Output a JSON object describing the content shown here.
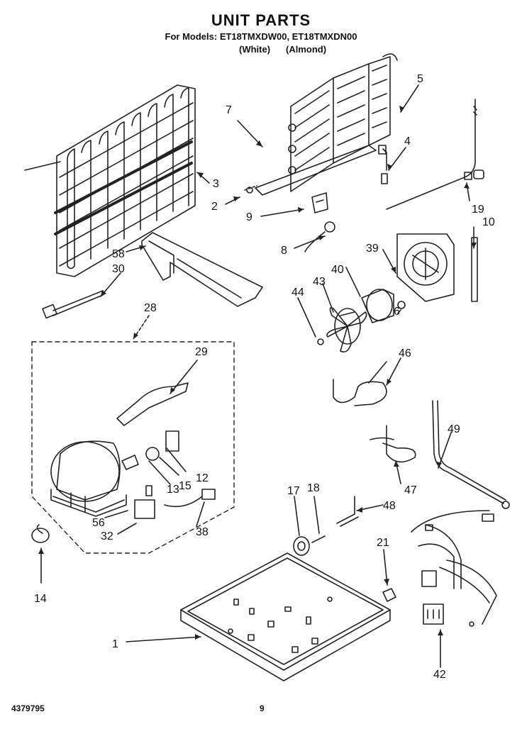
{
  "header": {
    "title": "UNIT PARTS",
    "models": "For Models: ET18TMXDW00, ET18TMXDN00",
    "finish_white": "(White)",
    "finish_almond": "(Almond)"
  },
  "callouts": [
    {
      "id": "c1",
      "label": "1"
    },
    {
      "id": "c2",
      "label": "2"
    },
    {
      "id": "c3",
      "label": "3"
    },
    {
      "id": "c4",
      "label": "4"
    },
    {
      "id": "c5",
      "label": "5"
    },
    {
      "id": "c6",
      "label": "6"
    },
    {
      "id": "c7",
      "label": "7"
    },
    {
      "id": "c8",
      "label": "8"
    },
    {
      "id": "c9",
      "label": "9"
    },
    {
      "id": "c10",
      "label": "10"
    },
    {
      "id": "c12",
      "label": "12"
    },
    {
      "id": "c13",
      "label": "13"
    },
    {
      "id": "c14",
      "label": "14"
    },
    {
      "id": "c15",
      "label": "15"
    },
    {
      "id": "c17",
      "label": "17"
    },
    {
      "id": "c18",
      "label": "18"
    },
    {
      "id": "c19",
      "label": "19"
    },
    {
      "id": "c21",
      "label": "21"
    },
    {
      "id": "c28",
      "label": "28"
    },
    {
      "id": "c29",
      "label": "29"
    },
    {
      "id": "c30",
      "label": "30"
    },
    {
      "id": "c32",
      "label": "32"
    },
    {
      "id": "c38",
      "label": "38"
    },
    {
      "id": "c39",
      "label": "39"
    },
    {
      "id": "c40",
      "label": "40"
    },
    {
      "id": "c42",
      "label": "42"
    },
    {
      "id": "c43",
      "label": "43"
    },
    {
      "id": "c44",
      "label": "44"
    },
    {
      "id": "c46",
      "label": "46"
    },
    {
      "id": "c47",
      "label": "47"
    },
    {
      "id": "c48",
      "label": "48"
    },
    {
      "id": "c49",
      "label": "49"
    },
    {
      "id": "c56",
      "label": "56"
    },
    {
      "id": "c58",
      "label": "58"
    }
  ],
  "footer": {
    "doc_number": "4379795",
    "page_number": "9"
  }
}
